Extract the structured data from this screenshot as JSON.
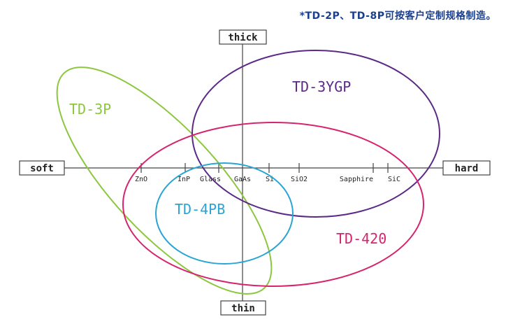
{
  "note": "*TD-2P、TD-8P可按客户定制规格制造。",
  "axes": {
    "top": "thick",
    "bottom": "thin",
    "left": "soft",
    "right": "hard"
  },
  "materials": [
    "ZnO",
    "InP",
    "Glass",
    "GaAs",
    "Si",
    "SiO2",
    "Sapphire",
    "SiC"
  ],
  "products": {
    "td3p": {
      "label": "TD-3P",
      "color": "#8dc63f"
    },
    "td3ygp": {
      "label": "TD-3YGP",
      "color": "#5b2a86"
    },
    "td4pb": {
      "label": "TD-4PB",
      "color": "#2aa4d5"
    },
    "td420": {
      "label": "TD-420",
      "color": "#d6246e"
    }
  }
}
